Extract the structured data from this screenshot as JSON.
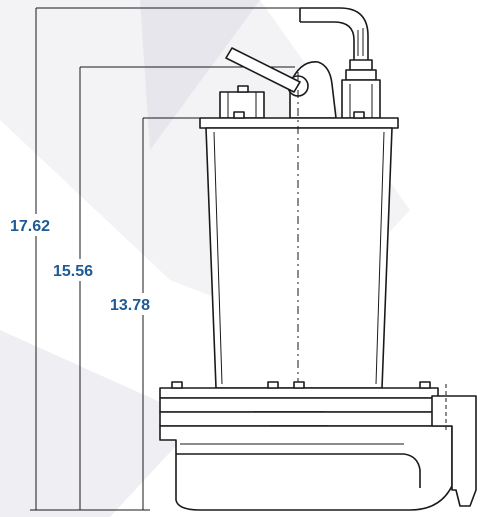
{
  "dimensions": [
    {
      "id": "overall",
      "label": "17.62"
    },
    {
      "id": "handle",
      "label": "15.56"
    },
    {
      "id": "cover",
      "label": "13.78"
    }
  ],
  "colors": {
    "label": "#1f5a94",
    "line": "#1a1a1a",
    "watermark": "#e9e9ee"
  }
}
